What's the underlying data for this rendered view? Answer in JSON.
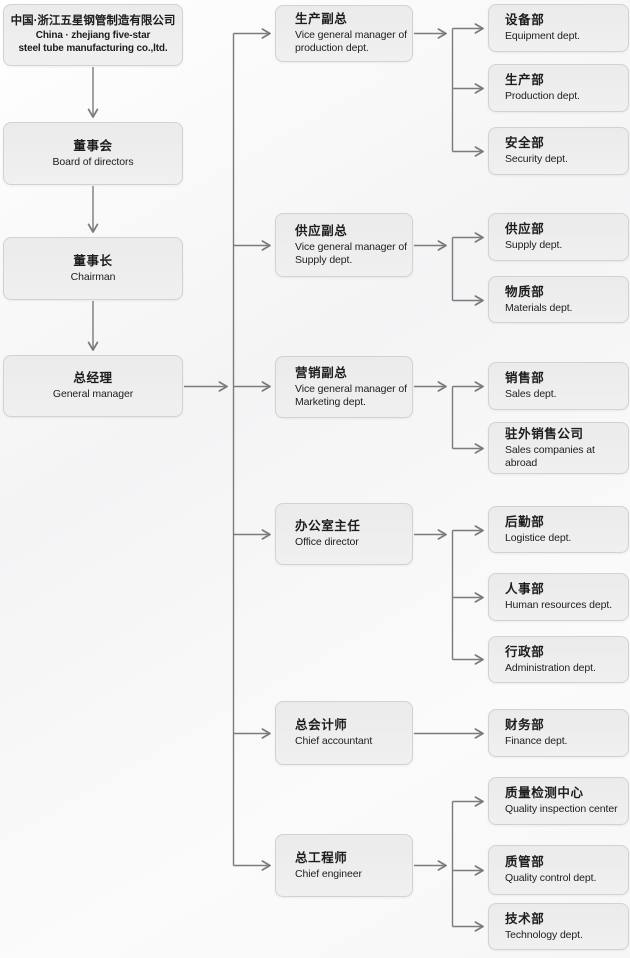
{
  "colors": {
    "box_fill": "#ececec",
    "box_border": "#d2d2d2",
    "connector_line": "#7b7b7b",
    "text": "#1d1d1d",
    "background": "#f8f8f8"
  },
  "org": {
    "root": {
      "zh": "中国·浙江五星钢管制造有限公司",
      "en": "China · zhejiang five-star\nsteel tube manufacturing co.,ltd."
    },
    "chain": [
      {
        "zh": "董事会",
        "en": "Board of directors"
      },
      {
        "zh": "董事长",
        "en": "Chairman"
      },
      {
        "zh": "总经理",
        "en": "General manager"
      }
    ],
    "managers": [
      {
        "zh": "生产副总",
        "en": "Vice general manager of\nproduction dept."
      },
      {
        "zh": "供应副总",
        "en": "Vice general manager of\nSupply dept."
      },
      {
        "zh": "营销副总",
        "en": "Vice general manager of\nMarketing dept."
      },
      {
        "zh": "办公室主任",
        "en": "Office director"
      },
      {
        "zh": "总会计师",
        "en": "Chief accountant"
      },
      {
        "zh": "总工程师",
        "en": "Chief engineer"
      }
    ],
    "departments": [
      {
        "zh": "设备部",
        "en": "Equipment dept."
      },
      {
        "zh": "生产部",
        "en": "Production dept."
      },
      {
        "zh": "安全部",
        "en": "Security dept."
      },
      {
        "zh": "供应部",
        "en": "Supply dept."
      },
      {
        "zh": "物质部",
        "en": "Materials dept."
      },
      {
        "zh": "销售部",
        "en": "Sales dept."
      },
      {
        "zh": "驻外销售公司",
        "en": "Sales companies at\nabroad"
      },
      {
        "zh": "后勤部",
        "en": "Logistice dept."
      },
      {
        "zh": "人事部",
        "en": "Human resources dept."
      },
      {
        "zh": "行政部",
        "en": "Administration dept."
      },
      {
        "zh": "财务部",
        "en": "Finance dept."
      },
      {
        "zh": "质量检测中心",
        "en": "Quality inspection center"
      },
      {
        "zh": "质管部",
        "en": "Quality control dept."
      },
      {
        "zh": "技术部",
        "en": "Technology dept."
      }
    ]
  }
}
